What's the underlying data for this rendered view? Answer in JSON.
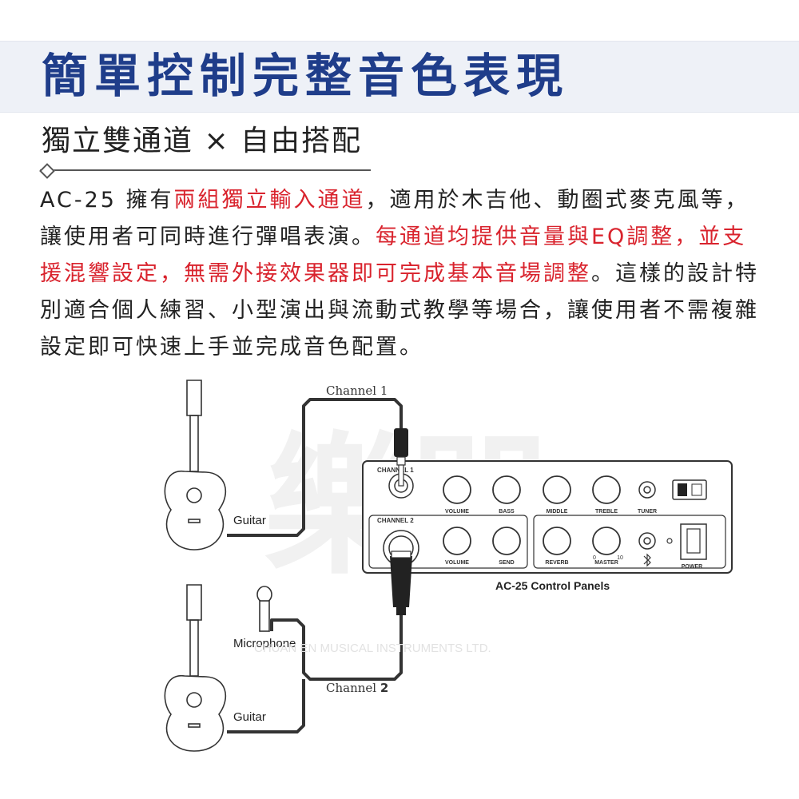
{
  "header": {
    "title": "簡單控制完整音色表現"
  },
  "subheading": "獨立雙通道 × 自由搭配",
  "description": {
    "p1": "AC-25 擁有",
    "h1": "兩組獨立輸入通道",
    "p2": "，適用於木吉他、動圈式麥克風等，讓使用者可同時進行彈唱表演。",
    "h2": "每通道均提供音量與EQ調整，並支援混響設定，無需外接效果器即可完成基本音場調整",
    "p3": "。這樣的設計特別適合個人練習、小型演出與流動式教學等場合，讓使用者不需複雜設定即可快速上手並完成音色配置。"
  },
  "diagram": {
    "channel1_label": "Channel 1",
    "channel2_label_prefix": "Channel ",
    "channel2_label_num": "2",
    "guitar1_label": "Guitar",
    "guitar2_label": "Guitar",
    "mic_label": "Microphone",
    "panel_caption": "AC-25 Control Panels",
    "panel": {
      "ch1": "CHANNEL 1",
      "ch2": "CHANNEL 2",
      "volume": "VOLUME",
      "bass": "BASS",
      "middle": "MIDDLE",
      "treble": "TREBLE",
      "tuner": "TUNER",
      "volume2": "VOLUME",
      "send": "SEND",
      "reverb": "REVERB",
      "master": "MASTER",
      "master_min": "0",
      "master_max": "10",
      "power": "POWER"
    },
    "watermark_text": "CHUAN EN MUSICAL INSTRUMENTS LTD.",
    "watermark_chars": [
      "樂",
      "器"
    ]
  }
}
